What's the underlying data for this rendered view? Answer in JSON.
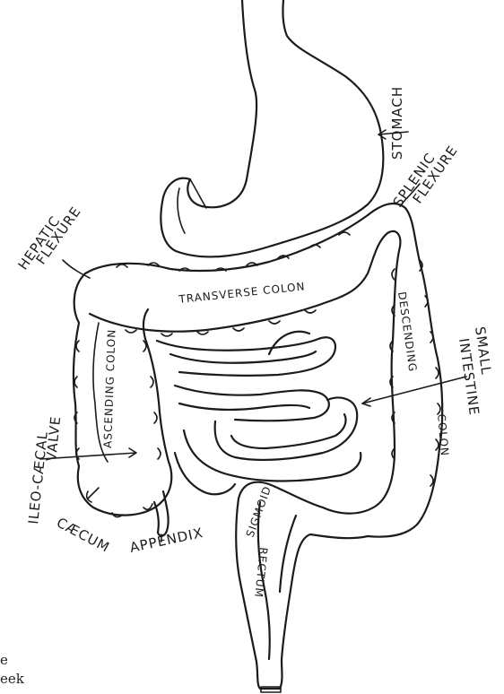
{
  "labels": {
    "stomach": "STOMACH",
    "splenic_flexure_1": "SPLENIC",
    "splenic_flexure_2": "FLEXURE",
    "hepatic_flexure_1": "HEPATIC",
    "hepatic_flexure_2": "FLEXURE",
    "transverse_colon": "TRANSVERSE COLON",
    "descending_colon_1": "DESCENDING",
    "descending_colon_2": "COLON",
    "ascending_colon": "ASCENDING COLON",
    "small_intestine_1": "SMALL",
    "small_intestine_2": "INTESTINE",
    "ileo_caecal_valve_1": "ILEO-CÆCAL",
    "ileo_caecal_valve_2": "VALVE",
    "caecum": "CÆCUM",
    "appendix": "APPENDIX",
    "sigmoid": "SIGMOID",
    "rectum": "RECTUM"
  },
  "cropped_text": {
    "line_1": "e",
    "line_2": "eek"
  }
}
